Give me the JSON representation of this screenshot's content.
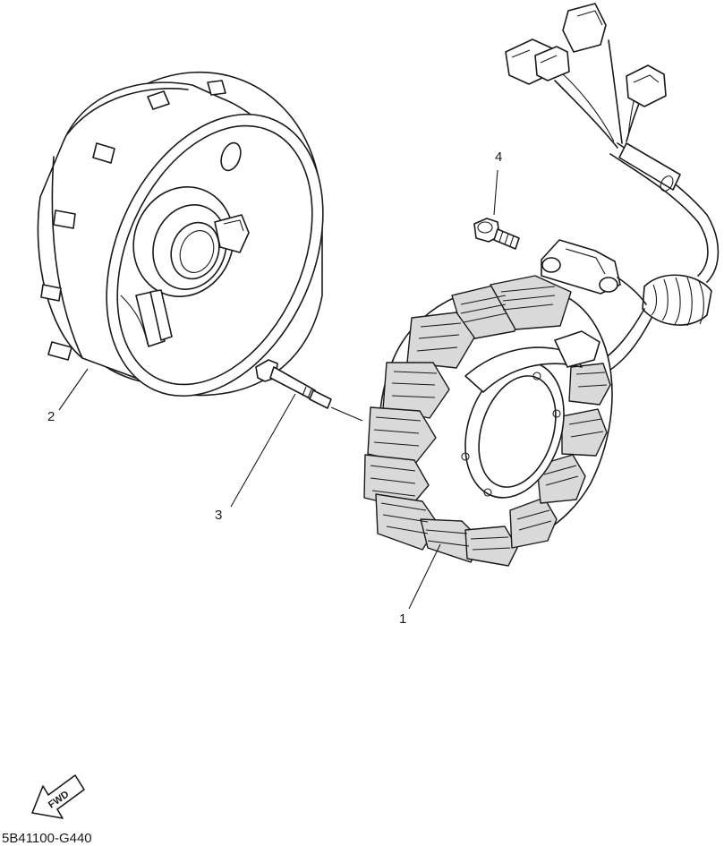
{
  "diagram": {
    "code": "5B41100-G440",
    "callouts": [
      {
        "id": "1",
        "label": "1"
      },
      {
        "id": "2",
        "label": "2"
      },
      {
        "id": "3",
        "label": "3"
      },
      {
        "id": "4",
        "label": "4"
      }
    ],
    "direction_marker": "FWD"
  }
}
